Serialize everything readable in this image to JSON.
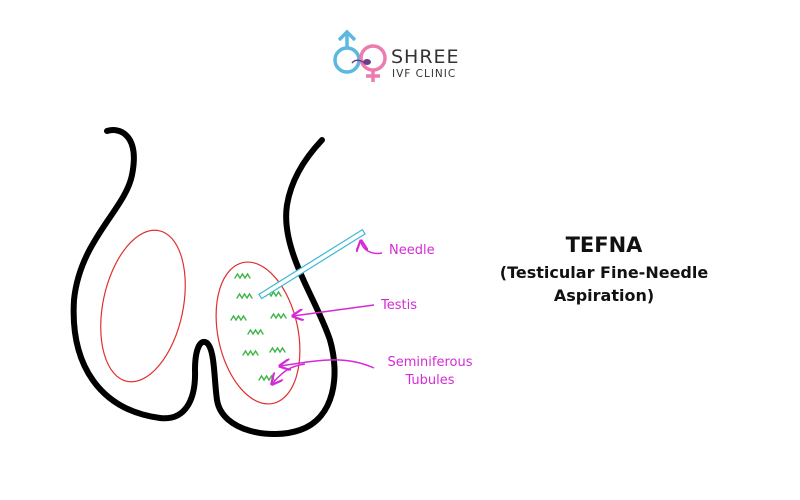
{
  "logo": {
    "brand_name": "SHREE",
    "brand_sub": "IVF CLINIC",
    "male_symbol_color": "#5bb8e0",
    "female_symbol_color": "#ec7bb0"
  },
  "diagram": {
    "title": "TEFNA",
    "subtitle_line1": "(Testicular Fine-Needle",
    "subtitle_line2": "Aspiration)",
    "labels": {
      "needle": "Needle",
      "testis": "Testis",
      "tubules_line1": "Seminiferous",
      "tubules_line2": "Tubules"
    },
    "colors": {
      "outline": "#000000",
      "testis_outline": "#e0302e",
      "tubules": "#3fb548",
      "needle": "#3cb7d6",
      "annotation": "#d42bd6"
    }
  }
}
